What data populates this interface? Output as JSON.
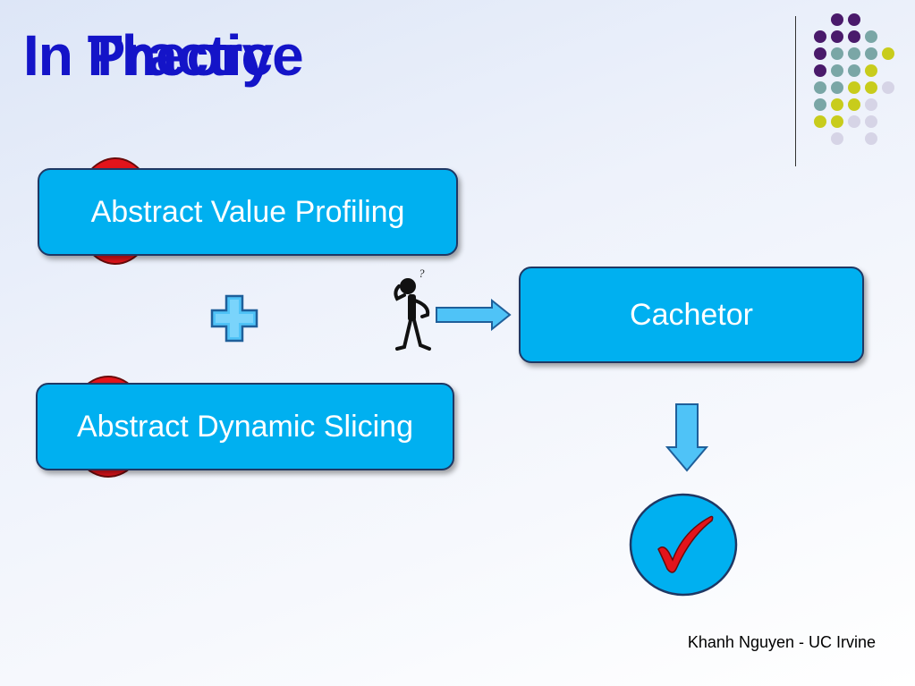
{
  "slide": {
    "title_a": "In Theory",
    "title_b": "In Practice",
    "footer": "Khanh Nguyen - UC Irvine"
  },
  "diagram": {
    "box_profiling": "Abstract Value Profiling",
    "box_slicing": "Abstract Dynamic Slicing",
    "box_cachetor": "Cachetor",
    "thinker_mark": "?"
  },
  "colors": {
    "title": "#1414c8",
    "box_fill": "#00b0f0",
    "box_border": "#1f3864",
    "blob": "#e3141b",
    "check": "#e3141b",
    "dot_purple": "#4a1a6b",
    "dot_teal": "#7aa6a6",
    "dot_yellow": "#c8cc1c",
    "dot_lavender": "#d6d4e6"
  },
  "icons": [
    "plus-icon",
    "thinker-icon",
    "right-arrow-icon",
    "down-arrow-icon",
    "checkmark-icon"
  ]
}
